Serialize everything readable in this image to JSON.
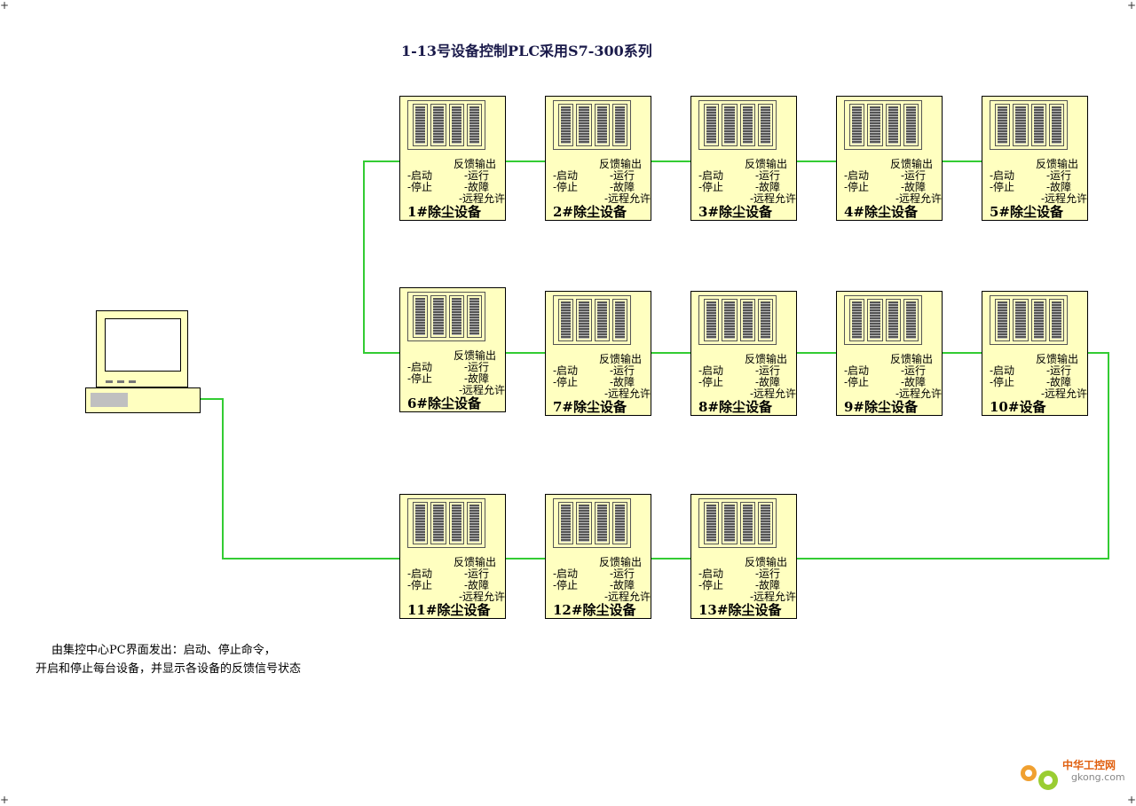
{
  "title": "1-13号设备控制PLC采用S7-300系列",
  "colors": {
    "wire": "#33cc33",
    "plc_fill": "#ffffc0",
    "screen": "#ffffff"
  },
  "devices": [
    {
      "name": "1#除尘设备",
      "feedback_label": "反馈输出",
      "start": "-启动",
      "stop": "-停止",
      "run": "-运行",
      "fault": "-故障",
      "remote": "-远程允许"
    },
    {
      "name": "2#除尘设备",
      "feedback_label": "反馈输出",
      "start": "-启动",
      "stop": "-停止",
      "run": "-运行",
      "fault": "-故障",
      "remote": "-远程允许"
    },
    {
      "name": "3#除尘设备",
      "feedback_label": "反馈输出",
      "start": "-启动",
      "stop": "-停止",
      "run": "-运行",
      "fault": "-故障",
      "remote": "-远程允许"
    },
    {
      "name": "4#除尘设备",
      "feedback_label": "反馈输出",
      "start": "-启动",
      "stop": "-停止",
      "run": "-运行",
      "fault": "-故障",
      "remote": "-远程允许"
    },
    {
      "name": "5#除尘设备",
      "feedback_label": "反馈输出",
      "start": "-启动",
      "stop": "-停止",
      "run": "-运行",
      "fault": "-故障",
      "remote": "-远程允许"
    },
    {
      "name": "6#除尘设备",
      "feedback_label": "反馈输出",
      "start": "-启动",
      "stop": "-停止",
      "run": "-运行",
      "fault": "-故障",
      "remote": "-远程允许"
    },
    {
      "name": "7#除尘设备",
      "feedback_label": "反馈输出",
      "start": "-启动",
      "stop": "-停止",
      "run": "-运行",
      "fault": "-故障",
      "remote": "-远程允许"
    },
    {
      "name": "8#除尘设备",
      "feedback_label": "反馈输出",
      "start": "-启动",
      "stop": "-停止",
      "run": "-运行",
      "fault": "-故障",
      "remote": "-远程允许"
    },
    {
      "name": "9#除尘设备",
      "feedback_label": "反馈输出",
      "start": "-启动",
      "stop": "-停止",
      "run": "-运行",
      "fault": "-故障",
      "remote": "-远程允许"
    },
    {
      "name": "10#设备",
      "feedback_label": "反馈输出",
      "start": "-启动",
      "stop": "-停止",
      "run": "-运行",
      "fault": "-故障",
      "remote": "-远程允许"
    },
    {
      "name": "11#除尘设备",
      "feedback_label": "反馈输出",
      "start": "-启动",
      "stop": "-停止",
      "run": "-运行",
      "fault": "-故障",
      "remote": "-远程允许"
    },
    {
      "name": "12#除尘设备",
      "feedback_label": "反馈输出",
      "start": "-启动",
      "stop": "-停止",
      "run": "-运行",
      "fault": "-故障",
      "remote": "-远程允许"
    },
    {
      "name": "13#除尘设备",
      "feedback_label": "反馈输出",
      "start": "-启动",
      "stop": "-停止",
      "run": "-运行",
      "fault": "-故障",
      "remote": "-远程允许"
    }
  ],
  "note": {
    "line1": "由集控中心PC界面发出：启动、停止命令，",
    "line2": "开启和停止每台设备，并显示各设备的反馈信号状态"
  },
  "watermark": {
    "brand": "中华工控网",
    "site": "gkong.com"
  }
}
